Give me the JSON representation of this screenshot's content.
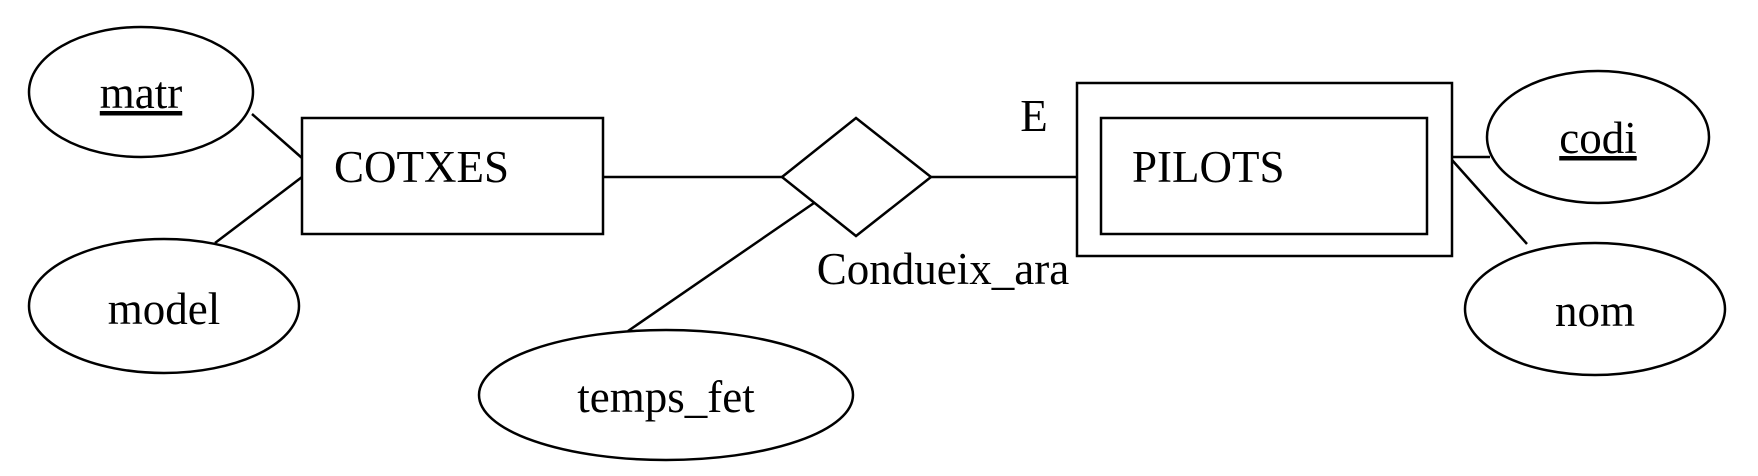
{
  "diagram": {
    "entities": {
      "cotxes": "COTXES",
      "pilots": "PILOTS"
    },
    "relationship": {
      "label": "Condueix_ara",
      "cardinality": "E"
    },
    "attributes": {
      "matr": "matr",
      "model": "model",
      "temps_fet": "temps_fet",
      "codi": "codi",
      "nom": "nom"
    }
  }
}
